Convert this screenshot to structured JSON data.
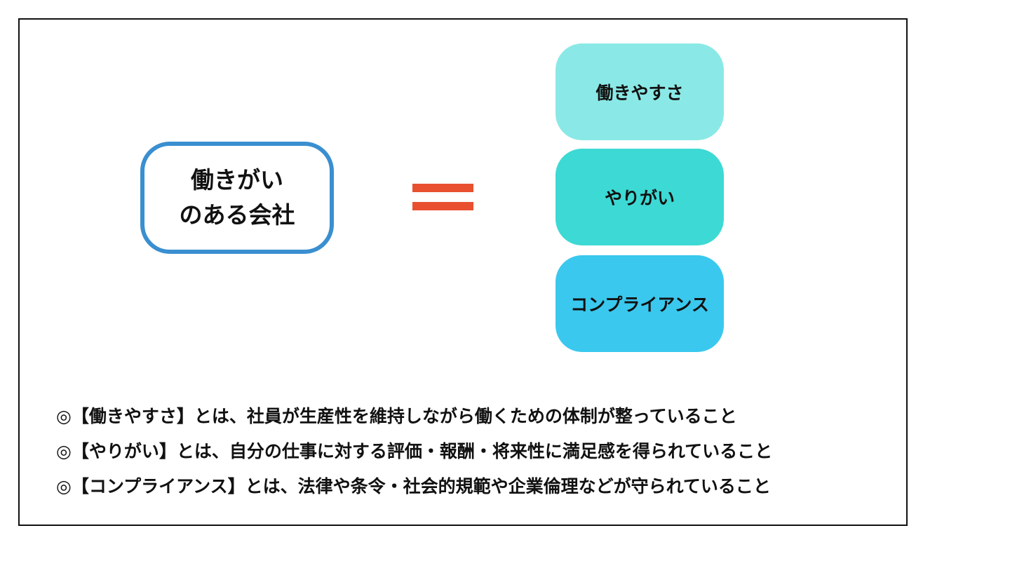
{
  "main": {
    "line1": "働きがい",
    "line2": "のある会社"
  },
  "equals_color": "#e8502f",
  "components": [
    {
      "label": "働きやすさ",
      "color": "#8ae9e6"
    },
    {
      "label": "やりがい",
      "color": "#3dd9d4"
    },
    {
      "label": "コンプライアンス",
      "color": "#3ac8ee"
    }
  ],
  "definitions": [
    "◎【働きやすさ】とは、社員が生産性を維持しながら働くための体制が整っていること",
    "◎【やりがい】とは、自分の仕事に対する評価・報酬・将来性に満足感を得られていること",
    "◎【コンプライアンス】とは、法律や条令・社会的規範や企業倫理などが守られていること"
  ]
}
